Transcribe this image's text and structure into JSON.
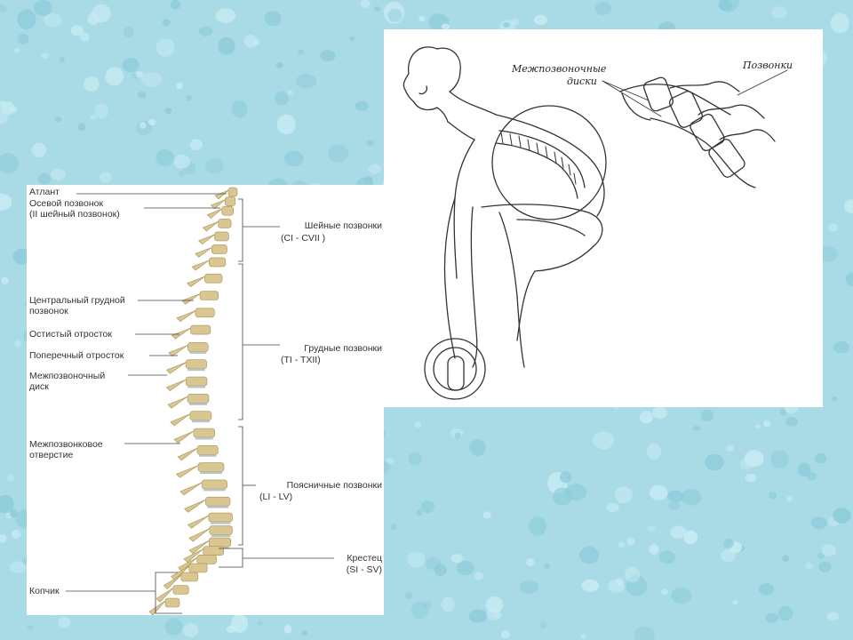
{
  "spine_diagram": {
    "labels_left": {
      "atlas": "Атлант",
      "axis_line1": "Осевой позвонок",
      "axis_line2": "(II шейный позвонок)",
      "central_thoracic_line1": "Центральный грудной",
      "central_thoracic_line2": "позвонок",
      "spinous_process": "Остистый отросток",
      "transverse_process": "Поперечный отросток",
      "disc_line1": "Межпозвоночный",
      "disc_line2": "диск",
      "foramen_line1": "Межпозвонковое",
      "foramen_line2": "отверстие",
      "coccyx": "Копчик"
    },
    "labels_right": {
      "cervical_name": "Шейные позвонки",
      "cervical_range": "(CI - CVII )",
      "thoracic_name": "Грудные позвонки",
      "thoracic_range": "(TI - TXII)",
      "lumbar_name": "Поясничные позвонки",
      "lumbar_range": "(LI - LV)",
      "sacrum_name": "Крестец",
      "sacrum_range": "(SI - SV)"
    },
    "bone_color": "#d9c690",
    "disc_color": "#b8c4c8"
  },
  "lifter_diagram": {
    "label_discs_line1": "Межпозвоночные",
    "label_discs_line2": "диски",
    "label_vertebrae": "Позвонки"
  },
  "colors": {
    "background": "#a9dbe6",
    "panel": "#ffffff",
    "text": "#333333"
  }
}
